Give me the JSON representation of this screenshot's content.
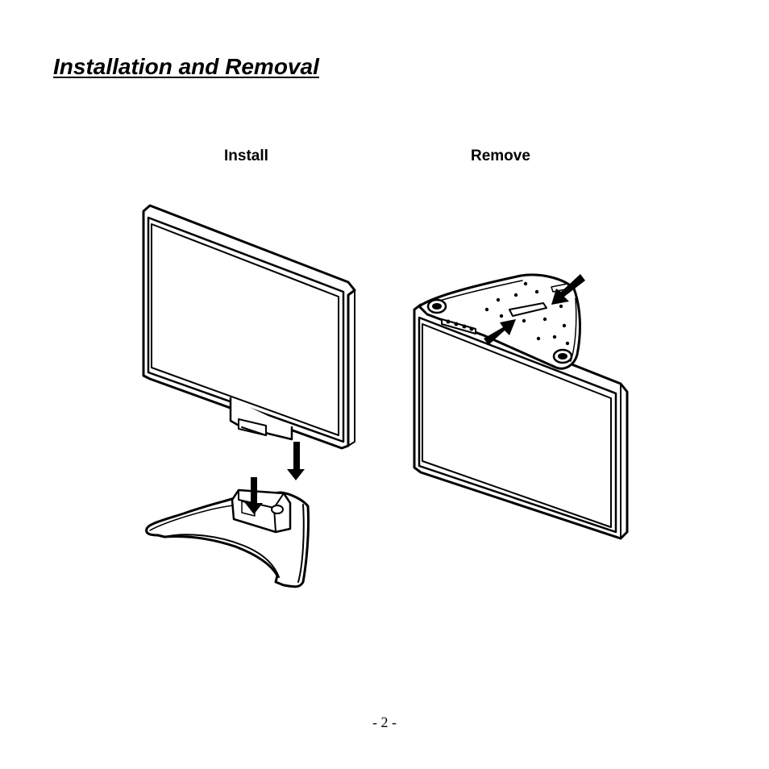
{
  "document": {
    "title": "Installation and Removal",
    "steps": [
      {
        "label": "Install",
        "icon": "monitor-install-illustration"
      },
      {
        "label": "Remove",
        "icon": "monitor-remove-illustration"
      }
    ],
    "page_number": "- 2 -"
  }
}
